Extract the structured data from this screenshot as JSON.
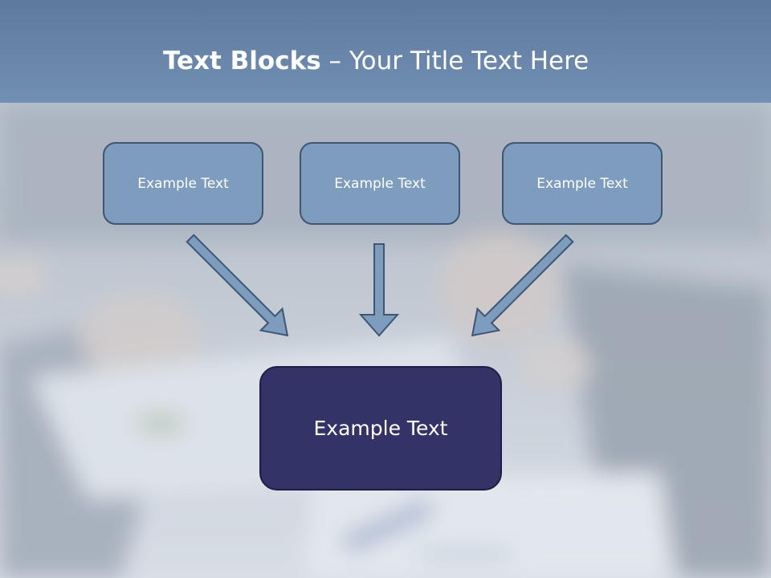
{
  "slide": {
    "title_bold": "Text Blocks",
    "title_rest": " – Your Title Text Here",
    "boxes": [
      {
        "label": "Example Text"
      },
      {
        "label": "Example Text"
      },
      {
        "label": "Example Text"
      }
    ],
    "target_label": "Example Text"
  },
  "colors": {
    "title_bar": "#6a87ab",
    "small_box_fill": "#7d9cbe",
    "small_box_border": "#3f5573",
    "target_box_fill": "#333367",
    "arrow_fill": "#7d9cbe",
    "arrow_stroke": "#3f5573"
  }
}
